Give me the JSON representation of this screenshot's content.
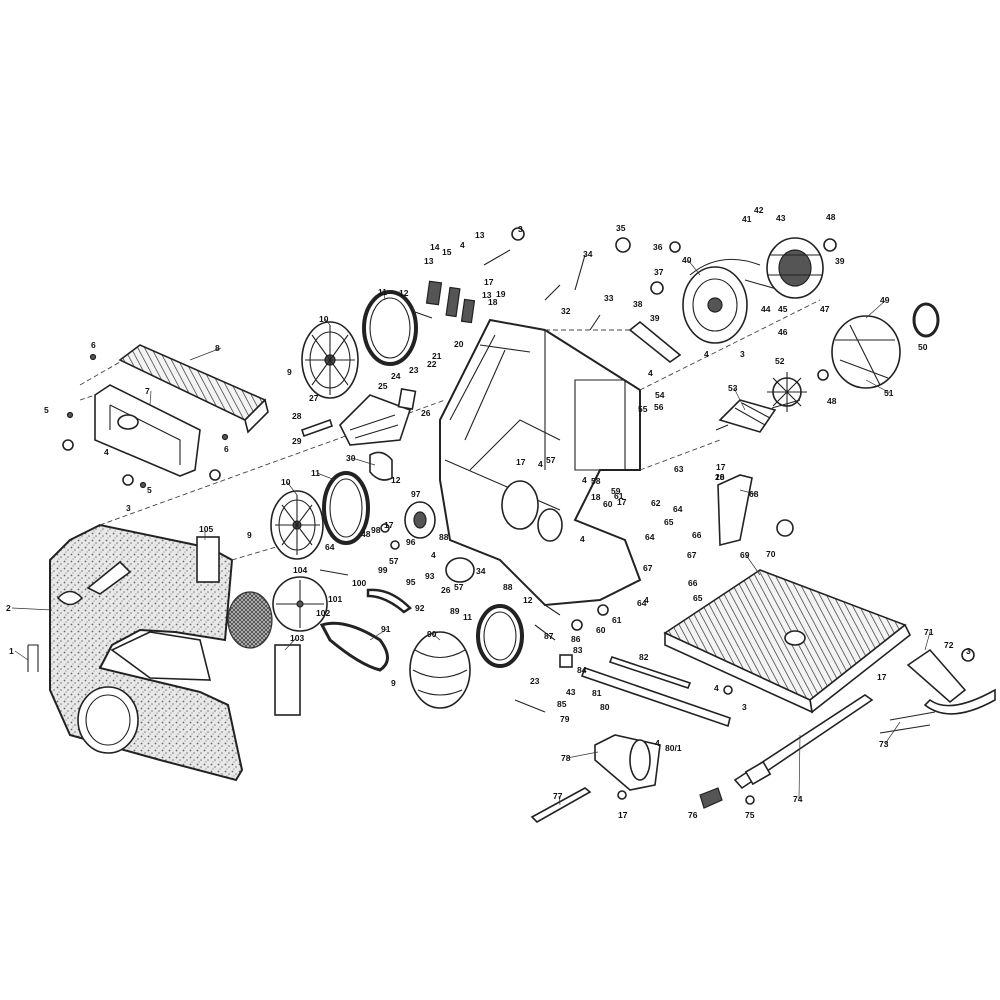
{
  "diagram": {
    "kind": "exploded parts diagram",
    "callouts": [
      {
        "id": "c1",
        "label": "1"
      },
      {
        "id": "c2",
        "label": "2"
      },
      {
        "id": "c3a",
        "label": "3"
      },
      {
        "id": "c3b",
        "label": "3"
      },
      {
        "id": "c3c",
        "label": "3"
      },
      {
        "id": "c3d",
        "label": "3"
      },
      {
        "id": "c3e",
        "label": "3"
      },
      {
        "id": "c4a",
        "label": "4"
      },
      {
        "id": "c4b",
        "label": "4"
      },
      {
        "id": "c4c",
        "label": "4"
      },
      {
        "id": "c4d",
        "label": "4"
      },
      {
        "id": "c4e",
        "label": "4"
      },
      {
        "id": "c4f",
        "label": "4"
      },
      {
        "id": "c4g",
        "label": "4"
      },
      {
        "id": "c4h",
        "label": "4"
      },
      {
        "id": "c4i",
        "label": "4"
      },
      {
        "id": "c4j",
        "label": "4"
      },
      {
        "id": "c4k",
        "label": "4"
      },
      {
        "id": "c5a",
        "label": "5"
      },
      {
        "id": "c5b",
        "label": "5"
      },
      {
        "id": "c6a",
        "label": "6"
      },
      {
        "id": "c6b",
        "label": "6"
      },
      {
        "id": "c7",
        "label": "7"
      },
      {
        "id": "c8",
        "label": "8"
      },
      {
        "id": "c9a",
        "label": "9"
      },
      {
        "id": "c9b",
        "label": "9"
      },
      {
        "id": "c9c",
        "label": "9"
      },
      {
        "id": "c10a",
        "label": "10"
      },
      {
        "id": "c10b",
        "label": "10"
      },
      {
        "id": "c11a",
        "label": "11"
      },
      {
        "id": "c11b",
        "label": "11"
      },
      {
        "id": "c11c",
        "label": "11"
      },
      {
        "id": "c12a",
        "label": "12"
      },
      {
        "id": "c12b",
        "label": "12"
      },
      {
        "id": "c12c",
        "label": "12"
      },
      {
        "id": "c13a",
        "label": "13"
      },
      {
        "id": "c13b",
        "label": "13"
      },
      {
        "id": "c13c",
        "label": "13"
      },
      {
        "id": "c14",
        "label": "14"
      },
      {
        "id": "c15",
        "label": "15"
      },
      {
        "id": "c17a",
        "label": "17"
      },
      {
        "id": "c17b",
        "label": "17"
      },
      {
        "id": "c17c",
        "label": "17"
      },
      {
        "id": "c17d",
        "label": "17"
      },
      {
        "id": "c17e",
        "label": "17"
      },
      {
        "id": "c17f",
        "label": "17"
      },
      {
        "id": "c17g",
        "label": "17"
      },
      {
        "id": "c18a",
        "label": "18"
      },
      {
        "id": "c18b",
        "label": "18"
      },
      {
        "id": "c18c",
        "label": "18"
      },
      {
        "id": "c19",
        "label": "19"
      },
      {
        "id": "c20a",
        "label": "20"
      },
      {
        "id": "c20b",
        "label": "20"
      },
      {
        "id": "c21",
        "label": "21"
      },
      {
        "id": "c22",
        "label": "22"
      },
      {
        "id": "c23a",
        "label": "23"
      },
      {
        "id": "c23b",
        "label": "23"
      },
      {
        "id": "c24",
        "label": "24"
      },
      {
        "id": "c25",
        "label": "25"
      },
      {
        "id": "c26a",
        "label": "26"
      },
      {
        "id": "c26b",
        "label": "26"
      },
      {
        "id": "c27",
        "label": "27"
      },
      {
        "id": "c28",
        "label": "28"
      },
      {
        "id": "c29",
        "label": "29"
      },
      {
        "id": "c30",
        "label": "30"
      },
      {
        "id": "c32",
        "label": "32"
      },
      {
        "id": "c33",
        "label": "33"
      },
      {
        "id": "c34a",
        "label": "34"
      },
      {
        "id": "c34b",
        "label": "34"
      },
      {
        "id": "c35",
        "label": "35"
      },
      {
        "id": "c36",
        "label": "36"
      },
      {
        "id": "c37",
        "label": "37"
      },
      {
        "id": "c38",
        "label": "38"
      },
      {
        "id": "c39a",
        "label": "39"
      },
      {
        "id": "c39b",
        "label": "39"
      },
      {
        "id": "c40",
        "label": "40"
      },
      {
        "id": "c41",
        "label": "41"
      },
      {
        "id": "c42",
        "label": "42"
      },
      {
        "id": "c43a",
        "label": "43"
      },
      {
        "id": "c43b",
        "label": "43"
      },
      {
        "id": "c44",
        "label": "44"
      },
      {
        "id": "c45",
        "label": "45"
      },
      {
        "id": "c46",
        "label": "46"
      },
      {
        "id": "c47",
        "label": "47"
      },
      {
        "id": "c48a",
        "label": "48"
      },
      {
        "id": "c48b",
        "label": "48"
      },
      {
        "id": "c48c",
        "label": "48"
      },
      {
        "id": "c49",
        "label": "49"
      },
      {
        "id": "c50",
        "label": "50"
      },
      {
        "id": "c51",
        "label": "51"
      },
      {
        "id": "c52",
        "label": "52"
      },
      {
        "id": "c53",
        "label": "53"
      },
      {
        "id": "c54",
        "label": "54"
      },
      {
        "id": "c55",
        "label": "55"
      },
      {
        "id": "c56",
        "label": "56"
      },
      {
        "id": "c57a",
        "label": "57"
      },
      {
        "id": "c57b",
        "label": "57"
      },
      {
        "id": "c57c",
        "label": "57"
      },
      {
        "id": "c58",
        "label": "58"
      },
      {
        "id": "c59",
        "label": "59"
      },
      {
        "id": "c60a",
        "label": "60"
      },
      {
        "id": "c60b",
        "label": "60"
      },
      {
        "id": "c61a",
        "label": "61"
      },
      {
        "id": "c61b",
        "label": "61"
      },
      {
        "id": "c62",
        "label": "62"
      },
      {
        "id": "c63",
        "label": "63"
      },
      {
        "id": "c64a",
        "label": "64"
      },
      {
        "id": "c64b",
        "label": "64"
      },
      {
        "id": "c64c",
        "label": "64"
      },
      {
        "id": "c64d",
        "label": "64"
      },
      {
        "id": "c65a",
        "label": "65"
      },
      {
        "id": "c65b",
        "label": "65"
      },
      {
        "id": "c66a",
        "label": "66"
      },
      {
        "id": "c66b",
        "label": "66"
      },
      {
        "id": "c67a",
        "label": "67"
      },
      {
        "id": "c67b",
        "label": "67"
      },
      {
        "id": "c68",
        "label": "68"
      },
      {
        "id": "c69",
        "label": "69"
      },
      {
        "id": "c70",
        "label": "70"
      },
      {
        "id": "c71",
        "label": "71"
      },
      {
        "id": "c72",
        "label": "72"
      },
      {
        "id": "c73",
        "label": "73"
      },
      {
        "id": "c74",
        "label": "74"
      },
      {
        "id": "c75",
        "label": "75"
      },
      {
        "id": "c76",
        "label": "76"
      },
      {
        "id": "c77",
        "label": "77"
      },
      {
        "id": "c78",
        "label": "78"
      },
      {
        "id": "c79",
        "label": "79"
      },
      {
        "id": "c80",
        "label": "80"
      },
      {
        "id": "c80-1",
        "label": "80/1"
      },
      {
        "id": "c81",
        "label": "81"
      },
      {
        "id": "c82",
        "label": "82"
      },
      {
        "id": "c83",
        "label": "83"
      },
      {
        "id": "c84",
        "label": "84"
      },
      {
        "id": "c85",
        "label": "85"
      },
      {
        "id": "c86",
        "label": "86"
      },
      {
        "id": "c87",
        "label": "87"
      },
      {
        "id": "c88a",
        "label": "88"
      },
      {
        "id": "c88b",
        "label": "88"
      },
      {
        "id": "c89",
        "label": "89"
      },
      {
        "id": "c90",
        "label": "90"
      },
      {
        "id": "c91",
        "label": "91"
      },
      {
        "id": "c92",
        "label": "92"
      },
      {
        "id": "c93",
        "label": "93"
      },
      {
        "id": "c95",
        "label": "95"
      },
      {
        "id": "c96",
        "label": "96"
      },
      {
        "id": "c97",
        "label": "97"
      },
      {
        "id": "c98",
        "label": "98"
      },
      {
        "id": "c99",
        "label": "99"
      },
      {
        "id": "c100",
        "label": "100"
      },
      {
        "id": "c101",
        "label": "101"
      },
      {
        "id": "c102",
        "label": "102"
      },
      {
        "id": "c103",
        "label": "103"
      },
      {
        "id": "c104",
        "label": "104"
      },
      {
        "id": "c105",
        "label": "105"
      }
    ]
  }
}
